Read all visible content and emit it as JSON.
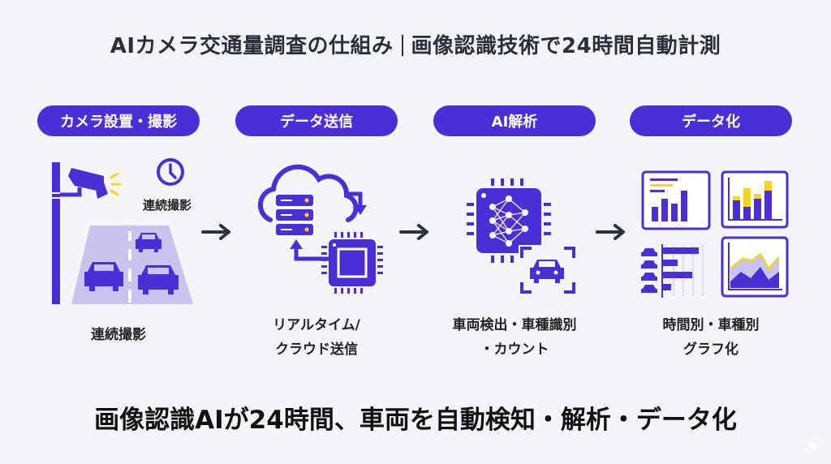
{
  "title": {
    "left": "AIカメラ交通量調査の仕組み",
    "right": "画像認識技術で24時間自動計測"
  },
  "steps": [
    {
      "label": "カメラ設置・撮影",
      "icon": "traffic-camera-road-icon",
      "caption_lines": [
        "連続撮影"
      ],
      "sub_label": "連続撮影",
      "sub_icon": "clock-icon"
    },
    {
      "label": "データ送信",
      "icon": "cloud-server-chip-icon",
      "caption_lines": [
        "リアルタイム/",
        "クラウド送信"
      ]
    },
    {
      "label": "AI解析",
      "icon": "ai-chip-vehicle-detect-icon",
      "caption_lines": [
        "車両検出・車種識別",
        "・カウント"
      ]
    },
    {
      "label": "データ化",
      "icon": "charts-dashboard-icon",
      "caption_lines": [
        "時間別・車種別",
        "グラフ化"
      ]
    }
  ],
  "footer": "画像認識AIが24時間、車両を自動検知・解析・データ化",
  "colors": {
    "accent": "#4a2fd6",
    "highlight": "#f5d327",
    "road": "#c9c3ee",
    "arrow": "#2a323d",
    "background": "#f3f5f8"
  }
}
